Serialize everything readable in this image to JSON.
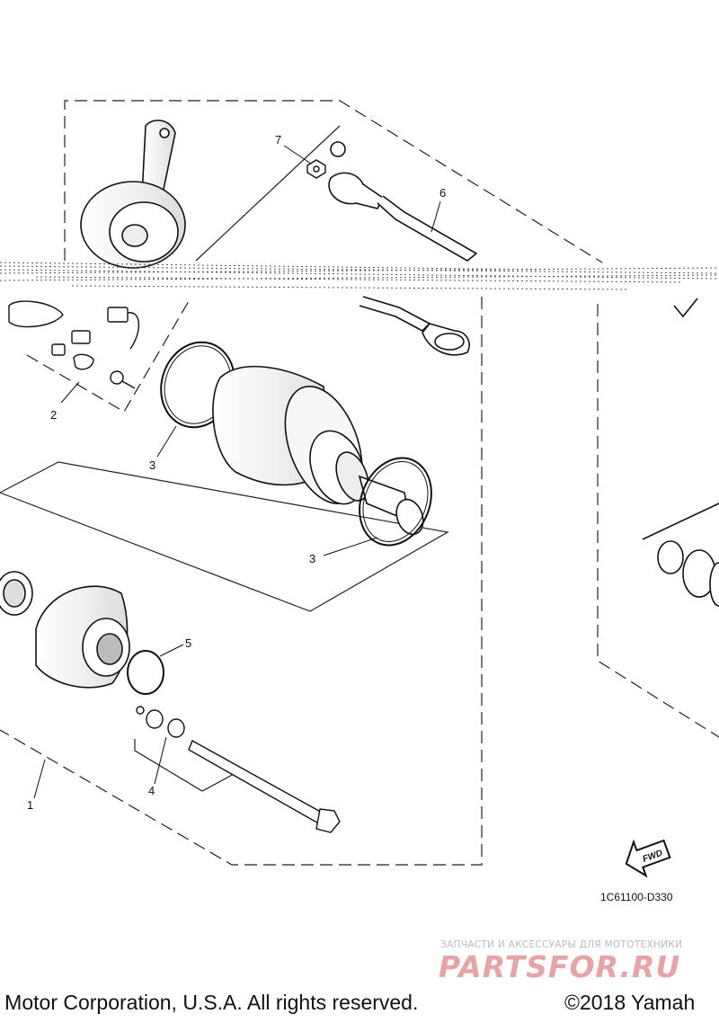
{
  "diagram": {
    "callouts": [
      {
        "id": "1",
        "label": "1"
      },
      {
        "id": "2",
        "label": "2"
      },
      {
        "id": "3a",
        "label": "3"
      },
      {
        "id": "3b",
        "label": "3"
      },
      {
        "id": "4",
        "label": "4"
      },
      {
        "id": "5",
        "label": "5"
      },
      {
        "id": "6",
        "label": "6"
      },
      {
        "id": "7",
        "label": "7"
      }
    ],
    "diagram_code": "1C61100-D330",
    "fwd_label": "FWD"
  },
  "watermark": {
    "tagline": "ЗАПЧАСТИ И АКСЕССУАРЫ ДЛЯ МОТОТЕХНИКИ",
    "logo_text": "PARTSFOR.RU",
    "logo_color": "#e8a3a6"
  },
  "footer": {
    "copyright_left": "a Motor Corporation, U.S.A. All rights reserved.",
    "copyright_right": "©2018 Yamah"
  }
}
